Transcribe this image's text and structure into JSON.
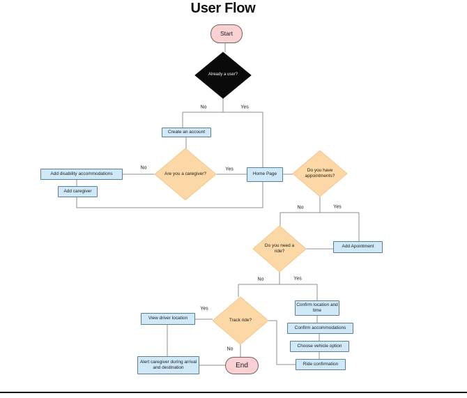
{
  "flowchart": {
    "title": "User Flow",
    "nodes": {
      "start": "Start",
      "already_user": "Already a user?",
      "create_account": "Create an account",
      "are_you_caregiver": "Are you a caregiver?",
      "add_disability": "Add disability accommodations",
      "add_caregiver": "Add caregiver",
      "home_page": "Home Page",
      "have_appointments": "Do you have appointments?",
      "add_appointment": "Add Apointment",
      "need_ride": "Do you need a ride?",
      "confirm_location": "Confirm location and time",
      "confirm_accommodations": "Confirm accommodations",
      "choose_vehicle": "Choose vehicle option",
      "ride_confirmation": "Ride confirmation",
      "track_ride": "Track ride?",
      "view_driver": "View driver location",
      "alert_caregiver": "Alert caregiver during arrival and destination",
      "end": "End"
    },
    "edge_labels": {
      "already_no": "No",
      "already_yes": "Yes",
      "caregiver_no": "No",
      "caregiver_yes": "Yes",
      "appointments_no": "No",
      "appointments_yes": "Yes",
      "ride_no": "No",
      "ride_yes": "Yes",
      "track_yes": "Yes",
      "track_no": "No"
    },
    "edges": [
      {
        "from": "start",
        "to": "already_user",
        "label": ""
      },
      {
        "from": "already_user",
        "to": "create_account",
        "label": "No"
      },
      {
        "from": "already_user",
        "to": "home_page",
        "label": "Yes"
      },
      {
        "from": "create_account",
        "to": "are_you_caregiver",
        "label": ""
      },
      {
        "from": "are_you_caregiver",
        "to": "add_disability",
        "label": "No"
      },
      {
        "from": "are_you_caregiver",
        "to": "home_page",
        "label": "Yes"
      },
      {
        "from": "add_disability",
        "to": "add_caregiver",
        "label": ""
      },
      {
        "from": "add_caregiver",
        "to": "home_page",
        "label": ""
      },
      {
        "from": "home_page",
        "to": "have_appointments",
        "label": ""
      },
      {
        "from": "have_appointments",
        "to": "need_ride",
        "label": "No"
      },
      {
        "from": "have_appointments",
        "to": "add_appointment",
        "label": "Yes"
      },
      {
        "from": "add_appointment",
        "to": "need_ride",
        "label": ""
      },
      {
        "from": "need_ride",
        "to": "track_ride",
        "label": "No"
      },
      {
        "from": "need_ride",
        "to": "confirm_location",
        "label": "Yes"
      },
      {
        "from": "confirm_location",
        "to": "confirm_accommodations",
        "label": ""
      },
      {
        "from": "confirm_accommodations",
        "to": "choose_vehicle",
        "label": ""
      },
      {
        "from": "choose_vehicle",
        "to": "ride_confirmation",
        "label": ""
      },
      {
        "from": "ride_confirmation",
        "to": "track_ride",
        "label": ""
      },
      {
        "from": "track_ride",
        "to": "view_driver",
        "label": "Yes"
      },
      {
        "from": "track_ride",
        "to": "end",
        "label": "No"
      },
      {
        "from": "view_driver",
        "to": "alert_caregiver",
        "label": ""
      },
      {
        "from": "alert_caregiver",
        "to": "end",
        "label": ""
      }
    ],
    "colors": {
      "process_fill": "#cfe9f9",
      "process_stroke": "#5b7d91",
      "terminator_fill": "#f9d1d3",
      "terminator_stroke": "#746061",
      "decision_fill": "#fcd8a6",
      "decision_stroke": "#f3c68c",
      "decision_dark_fill": "#0a0a0a",
      "decision_dark_text": "#f2f2f2",
      "connector": "#8f8f8f",
      "text": "#1a1a1a",
      "rule": "#111111"
    }
  }
}
